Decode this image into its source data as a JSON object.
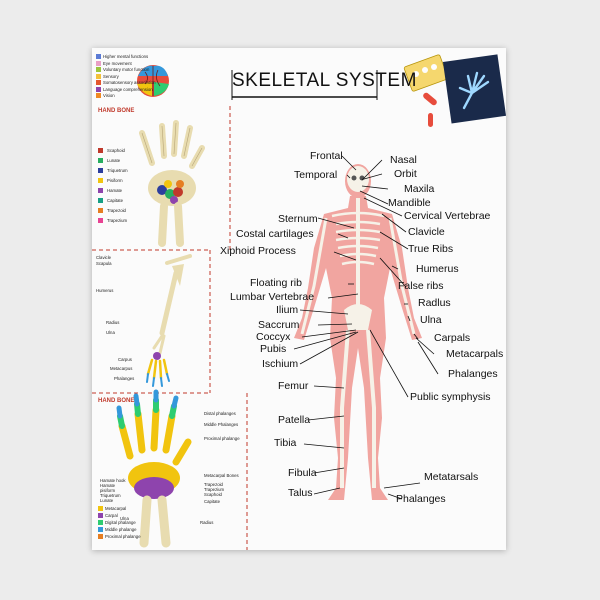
{
  "title": "SKELETAL SYSTEM",
  "brain_legend": {
    "items": [
      {
        "text": "Higher mental functions",
        "color": "#5b7bd5"
      },
      {
        "text": "Eye movement",
        "color": "#e9a0c5"
      },
      {
        "text": "Voluntary motor function",
        "color": "#9bc53d"
      },
      {
        "text": "Sensory",
        "color": "#f3c13a"
      },
      {
        "text": "Somatosensory association",
        "color": "#e4572e"
      },
      {
        "text": "Language comprehension",
        "color": "#8e44ad"
      },
      {
        "text": "Vision",
        "color": "#f08a24"
      }
    ]
  },
  "hand_bone_heading_1": "HAND BONE",
  "wrist_legend": [
    {
      "text": "Scaphoid",
      "color": "#c0392b"
    },
    {
      "text": "Lunate",
      "color": "#27ae60"
    },
    {
      "text": "Triquetrum",
      "color": "#2c3e9e"
    },
    {
      "text": "Pisiform",
      "color": "#f1c40f"
    },
    {
      "text": "Hamate",
      "color": "#8e44ad"
    },
    {
      "text": "Capitate",
      "color": "#16a085"
    },
    {
      "text": "Trapezoid",
      "color": "#e67e22"
    },
    {
      "text": "Trapezium",
      "color": "#e84393"
    }
  ],
  "arm_labels": [
    "Clavicle",
    "Scapula",
    "Humerus",
    "Radius",
    "Ulna",
    "Carpus",
    "Metacarpus",
    "Phalanges"
  ],
  "hand_bone_heading_2": "HAND BONE",
  "hand2_right_labels": [
    "Distal phalanges",
    "Middle Phalanges",
    "Proximal phalange",
    "Metacarpal Bones",
    "Trapezoid",
    "Trapezium",
    "Scaphoid",
    "Capitate",
    "Radius"
  ],
  "hand2_left_labels": [
    "Hamate hook",
    "Hamate",
    "pisiform",
    "Triquetrum",
    "Lunate",
    "Ulna"
  ],
  "hand2_legend": [
    {
      "text": "Metacarpal",
      "color": "#f1c40f"
    },
    {
      "text": "Carpal",
      "color": "#8e44ad"
    },
    {
      "text": "Digital phalange",
      "color": "#2ecc71"
    },
    {
      "text": "Middle phalange",
      "color": "#3498db"
    },
    {
      "text": "Proximal phalange",
      "color": "#e67e22"
    }
  ],
  "body_left_labels": [
    "Frontal",
    "Temporal",
    "Sternum",
    "Costal cartilages",
    "Xiphoid Process",
    "Floating rib",
    "Lumbar Vertebrae",
    "Ilium",
    "Saccrum",
    "Coccyx",
    "Pubis",
    "Ischium",
    "Femur",
    "Patella",
    "Tibia",
    "Fibula",
    "Talus"
  ],
  "body_right_labels": [
    "Nasal",
    "Orbit",
    "Maxila",
    "Mandible",
    "Cervical Vertebrae",
    "Clavicle",
    "True Ribs",
    "Humerus",
    "False ribs",
    "Radlus",
    "Ulna",
    "Carpals",
    "Metacarpals",
    "Phalanges",
    "Public symphysis",
    "Metatarsals",
    "Phalanges"
  ]
}
